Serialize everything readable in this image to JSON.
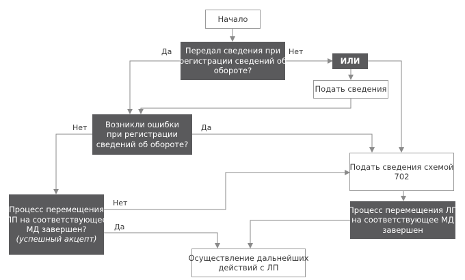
{
  "nodes": {
    "start": {
      "lines": [
        "Начало"
      ]
    },
    "q_submitted": {
      "lines": [
        "Передал сведения при",
        "регистрации сведений об",
        "обороте?"
      ]
    },
    "or_gate": {
      "lines": [
        "ИЛИ"
      ]
    },
    "submit_info": {
      "lines": [
        "Подать сведения"
      ]
    },
    "q_errors": {
      "lines": [
        "Возникли ошибки",
        "при регистрации",
        "сведений об обороте?"
      ]
    },
    "submit_702": {
      "lines": [
        "Подать сведения схемой",
        "702"
      ]
    },
    "q_transfer": {
      "lines": [
        "Процесс перемещения",
        "ЛП на соответствующее",
        "МД завершен?"
      ],
      "note": "(успешный акцепт)"
    },
    "transfer_done": {
      "lines": [
        "Процесс перемещения ЛП",
        "на соответствующее МД",
        "завершен"
      ]
    },
    "further": {
      "lines": [
        "Осуществление дальнейших",
        "действий с ЛП"
      ]
    }
  },
  "edge_labels": {
    "q1_yes": "Да",
    "q1_no": "Нет",
    "q2_no": "Нет",
    "q2_yes": "Да",
    "q3_no": "Нет",
    "q3_yes": "Да"
  },
  "colors": {
    "dark_fill": "#5a5a5c",
    "line": "#8a8a8a",
    "light_border": "#9a9a9a"
  }
}
